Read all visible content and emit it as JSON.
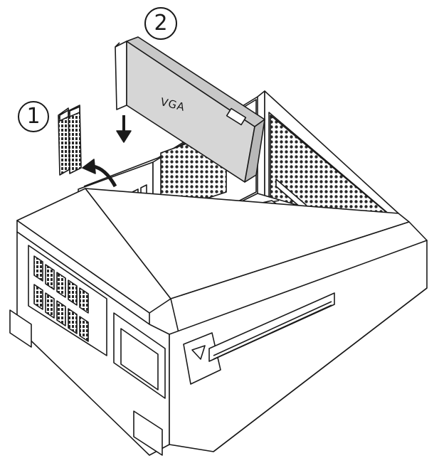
{
  "steps": [
    {
      "number": "1"
    },
    {
      "number": "2"
    }
  ],
  "card": {
    "label": "VGA"
  },
  "colors": {
    "line": "#1a1a1a",
    "card_fill": "#c8c8c8",
    "card_face": "#d6d6d6",
    "mesh": "#2a2a2a",
    "background": "#ffffff"
  }
}
